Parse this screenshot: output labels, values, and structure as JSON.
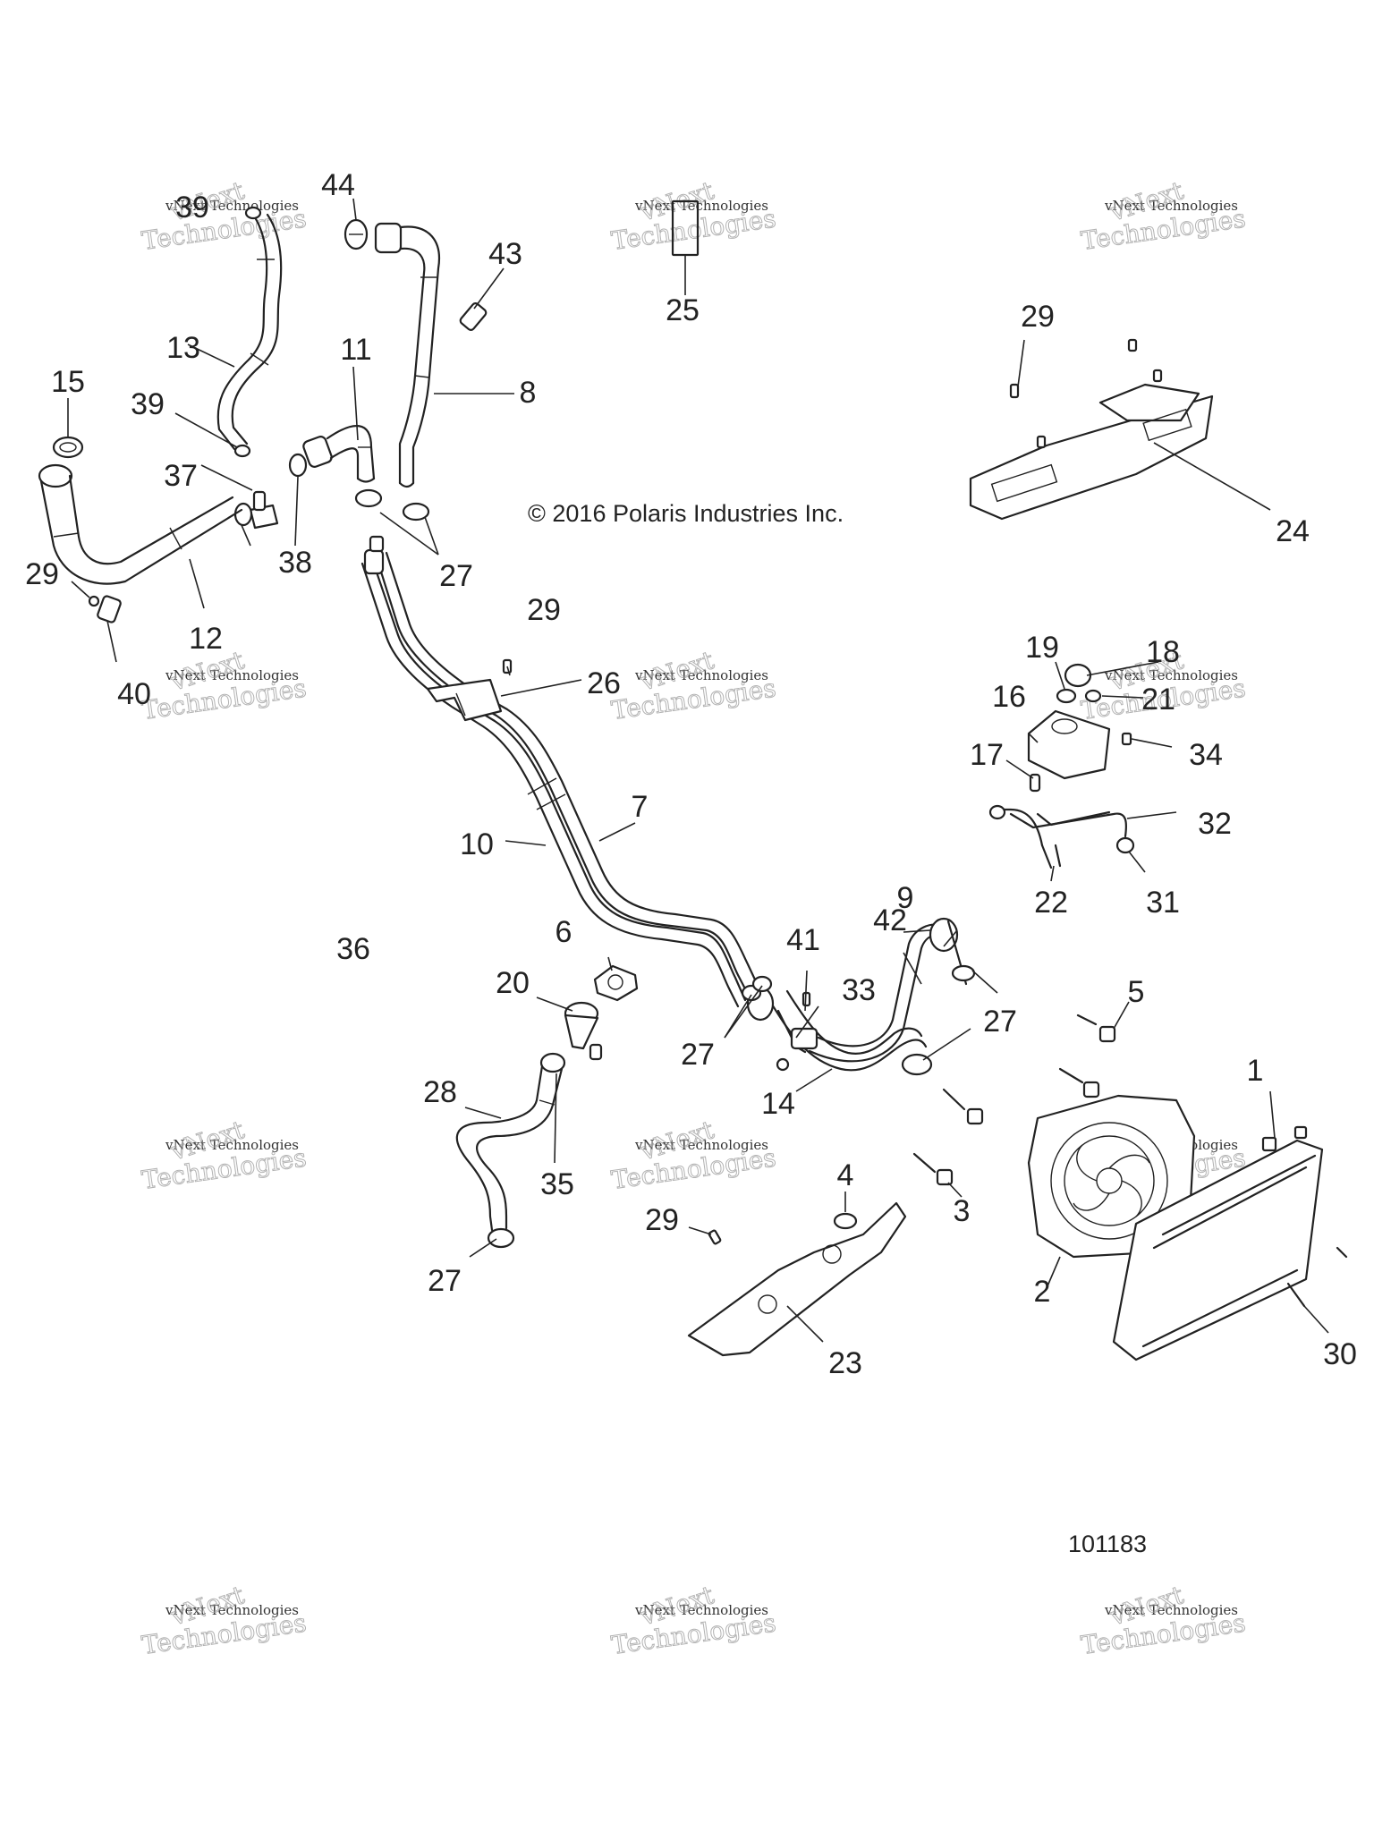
{
  "diagram": {
    "copyright": "© 2016 Polaris Industries Inc.",
    "document_number": "101183",
    "watermark": {
      "line1": "vNext Technologies",
      "line2": "vNext",
      "line3": "Technologies"
    },
    "callouts": {
      "c1": "1",
      "c2": "2",
      "c3": "3",
      "c4": "4",
      "c5": "5",
      "c6": "6",
      "c7": "7",
      "c8": "8",
      "c9": "9",
      "c10": "10",
      "c11": "11",
      "c12": "12",
      "c13": "13",
      "c14": "14",
      "c15": "15",
      "c16": "16",
      "c17": "17",
      "c18": "18",
      "c19": "19",
      "c20": "20",
      "c21": "21",
      "c22": "22",
      "c23": "23",
      "c24": "24",
      "c25": "25",
      "c26": "26",
      "c27a": "27",
      "c27b": "27",
      "c27c": "27",
      "c27d": "27",
      "c28": "28",
      "c29a": "29",
      "c29b": "29",
      "c29c": "29",
      "c29d": "29",
      "c30": "30",
      "c31": "31",
      "c32": "32",
      "c33": "33",
      "c34": "34",
      "c35": "35",
      "c36": "36",
      "c37": "37",
      "c38": "38",
      "c39a": "39",
      "c39b": "39",
      "c40": "40",
      "c41": "41",
      "c42": "42",
      "c43": "43",
      "c44": "44"
    }
  }
}
